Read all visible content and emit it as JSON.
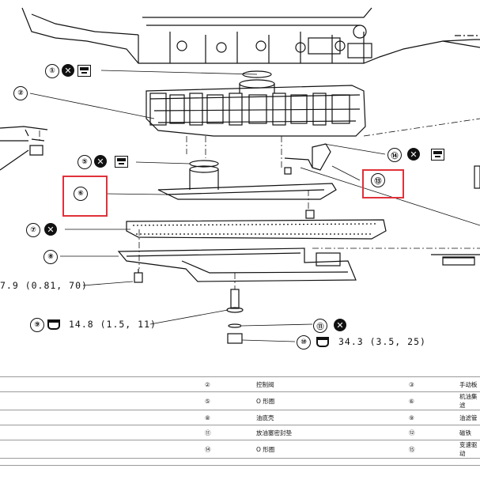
{
  "callouts": [
    {
      "id": "c1",
      "text": "①"
    },
    {
      "id": "c2",
      "text": "②"
    },
    {
      "id": "c5",
      "text": "⑤"
    },
    {
      "id": "c6",
      "text": "⑥"
    },
    {
      "id": "c7",
      "text": "⑦"
    },
    {
      "id": "c8",
      "text": "⑧"
    },
    {
      "id": "c9",
      "text": "⑨"
    },
    {
      "id": "c10",
      "text": "⑩"
    },
    {
      "id": "c11",
      "text": "⑪"
    },
    {
      "id": "c13",
      "text": "⑬"
    },
    {
      "id": "c14",
      "text": "⑭"
    }
  ],
  "torque": {
    "left": "7.9 (0.81, 70)",
    "drain_bolt": "14.8 (1.5, 11)",
    "drain_plug": "34.3 (3.5, 25)"
  },
  "icons": {
    "replace": "x-circle-icon",
    "fluid": "fluid-box-icon",
    "torque": "torque-wrench-icon"
  },
  "highlight_color": "#e0313a",
  "parts_table": [
    [
      "",
      "②",
      "控制阀",
      "③",
      "手动板"
    ],
    [
      "",
      "⑤",
      "O 形圈",
      "⑥",
      "机油集滤"
    ],
    [
      "",
      "⑧",
      "油底壳",
      "⑨",
      "油滤管"
    ],
    [
      "",
      "⑪",
      "放油塞密封垫",
      "⑫",
      "磁铁"
    ],
    [
      "",
      "⑭",
      "O 形圈",
      "⑮",
      "变速驱动"
    ]
  ]
}
